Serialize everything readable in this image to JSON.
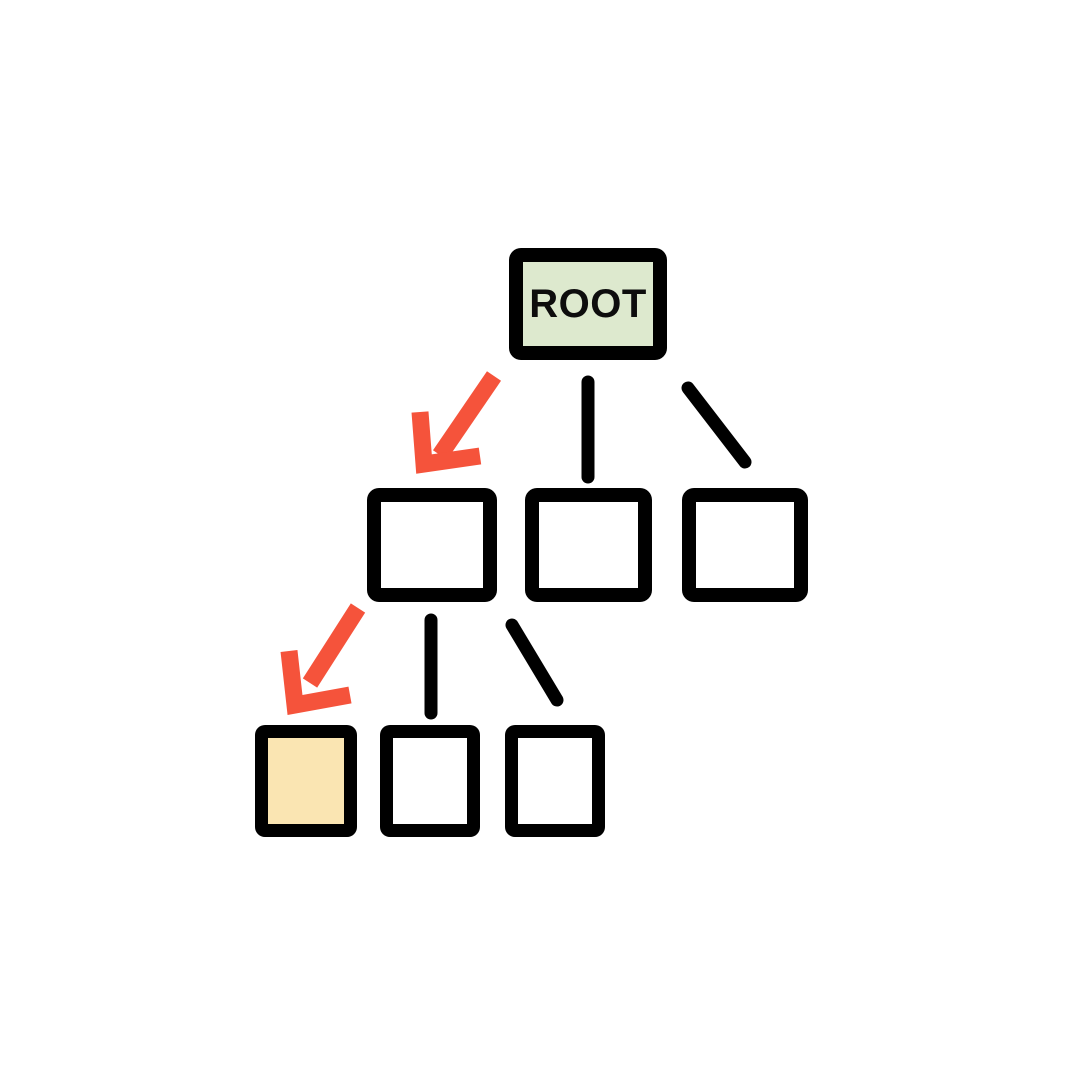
{
  "diagram": {
    "type": "tree",
    "description": "Tree traversal diagram with highlighted down-left path from ROOT to a leaf node"
  },
  "colors": {
    "background": "#ffffff",
    "line": "#000000",
    "node_border": "#000000",
    "root_fill": "#dde9ce",
    "empty_fill": "#ffffff",
    "highlight_fill": "#fae5b2",
    "arrow": "#f5533b",
    "label": "#0d0d0d"
  },
  "nodes": {
    "root": {
      "label": "ROOT",
      "level": 0,
      "highlighted": false
    },
    "level1": [
      {
        "label": "",
        "level": 1,
        "highlighted": false
      },
      {
        "label": "",
        "level": 1,
        "highlighted": false
      },
      {
        "label": "",
        "level": 1,
        "highlighted": false
      }
    ],
    "level2": [
      {
        "label": "",
        "level": 2,
        "highlighted": true
      },
      {
        "label": "",
        "level": 2,
        "highlighted": false
      },
      {
        "label": "",
        "level": 2,
        "highlighted": false
      }
    ]
  },
  "edges": [
    {
      "from": "root",
      "to": "level1-child2",
      "style": "plain-line"
    },
    {
      "from": "root",
      "to": "level1-child3",
      "style": "plain-line"
    },
    {
      "from": "level1-child1",
      "to": "level2-child2",
      "style": "plain-line"
    },
    {
      "from": "level1-child1",
      "to": "level2-child3",
      "style": "plain-line"
    }
  ],
  "arrows": [
    {
      "name": "traversal-arrow-1",
      "from": "root",
      "to": "level1-child1",
      "direction": "down-left"
    },
    {
      "name": "traversal-arrow-2",
      "from": "level1-child1",
      "to": "level2-child1",
      "direction": "down-left"
    }
  ]
}
